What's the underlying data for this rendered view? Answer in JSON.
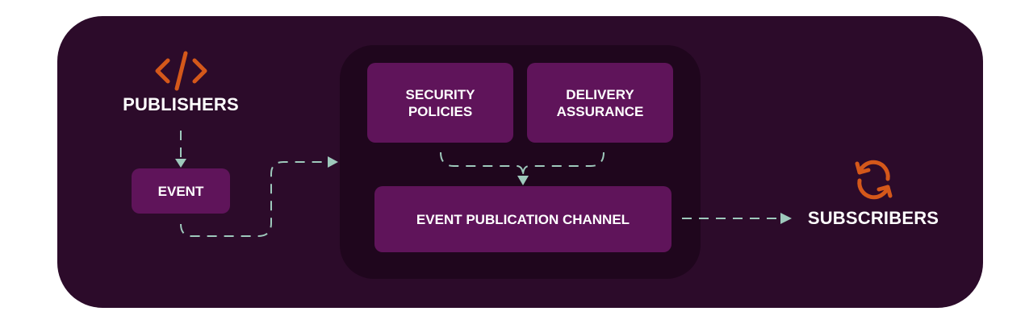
{
  "colors": {
    "background": "#2c0b2a",
    "core": "#1f061d",
    "box": "#5f145a",
    "icon": "#d4581a",
    "connector": "#9ec9bc",
    "text": "#ffffff"
  },
  "nodes": {
    "publishers": {
      "label": "PUBLISHERS",
      "icon": "code-icon"
    },
    "event": {
      "label": "EVENT"
    },
    "security": {
      "line1": "SECURITY",
      "line2": "POLICIES"
    },
    "delivery": {
      "line1": "DELIVERY",
      "line2": "ASSURANCE"
    },
    "channel": {
      "label": "EVENT PUBLICATION CHANNEL"
    },
    "subscribers": {
      "label": "SUBSCRIBERS",
      "icon": "refresh-icon"
    }
  }
}
